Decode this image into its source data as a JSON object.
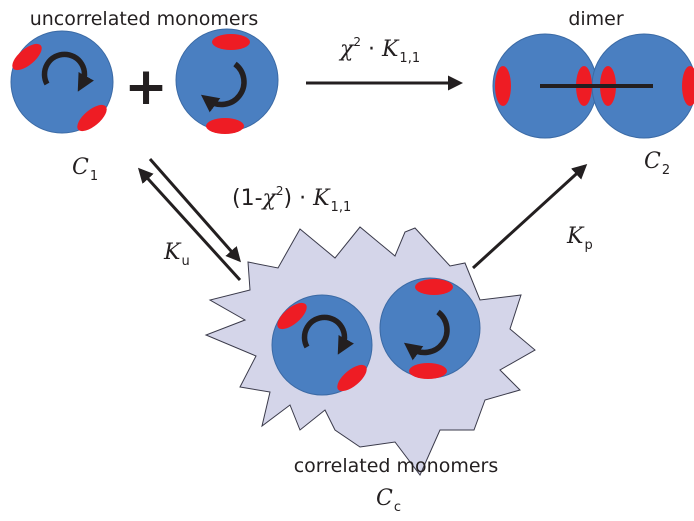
{
  "labels": {
    "uncorrelated": "uncorrelated monomers",
    "dimer": "dimer",
    "correlated": "correlated monomers",
    "plus": "+"
  },
  "symbols": {
    "c1": {
      "base": "C",
      "sub": "1"
    },
    "c2": {
      "base": "C",
      "sub": "2"
    },
    "cc": {
      "base": "C",
      "sub": "c"
    },
    "ku": {
      "base": "K",
      "sub": "u"
    },
    "kp": {
      "base": "K",
      "sub": "p"
    },
    "rate_top": {
      "chi": "χ",
      "exp": "2",
      "dot": "·",
      "k": "K",
      "ksub": "1,1"
    },
    "rate_mid": {
      "open": "(1-",
      "chi": "χ",
      "exp": "2",
      "close": ")",
      "dot": "·",
      "k": "K",
      "ksub": "1,1"
    }
  },
  "colors": {
    "sphere": "#4a7fc1",
    "sphere_edge": "#3b6aa5",
    "patch": "#ee1c24",
    "cloud": "#d4d5e9",
    "cloud_edge": "#3a3a4a",
    "ink": "#231f20"
  },
  "icons": [
    "clockwise-rotation-arrow",
    "counterclockwise-rotation-arrow"
  ]
}
